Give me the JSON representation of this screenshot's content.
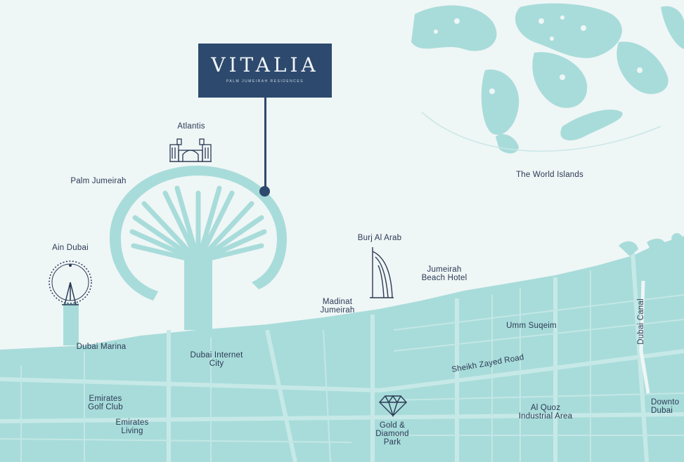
{
  "colors": {
    "sea": "#eff6f6",
    "land": "#a8dcda",
    "road": "#bfe6e4",
    "brand": "#2d4a6e",
    "label": "#2b3a55"
  },
  "brand": {
    "name": "VITALIA",
    "subtitle": "PALM JUMEIRAH RESIDENCES"
  },
  "landmarks": {
    "atlantis": {
      "label": "Atlantis",
      "icon": "atlantis-hotel-icon"
    },
    "ain_dubai": {
      "label": "Ain Dubai",
      "icon": "ferris-wheel-icon"
    },
    "burj_al_arab": {
      "label": "Burj Al Arab",
      "icon": "burj-al-arab-icon"
    },
    "gold_diamond": {
      "label": "Gold &\nDiamond\nPark",
      "icon": "diamond-icon"
    }
  },
  "places": {
    "palm_jumeirah": "Palm Jumeirah",
    "world_islands": "The World Islands",
    "jumeirah_beach_hotel": "Jumeirah\nBeach Hotel",
    "madinat_jumeirah": "Madinat\nJumeirah",
    "umm_suqeim": "Umm Suqeim",
    "dubai_marina": "Dubai Marina",
    "dubai_internet_city": "Dubai Internet\nCity",
    "emirates_golf_club": "Emirates\nGolf Club",
    "emirates_living": "Emirates\nLiving",
    "sheikh_zayed_road": "Sheikh Zayed Road",
    "dubai_canal": "Dubai Canal",
    "al_quoz": "Al Quoz\nIndustrial Area",
    "downtown_dubai": "Downto\nDubai"
  }
}
